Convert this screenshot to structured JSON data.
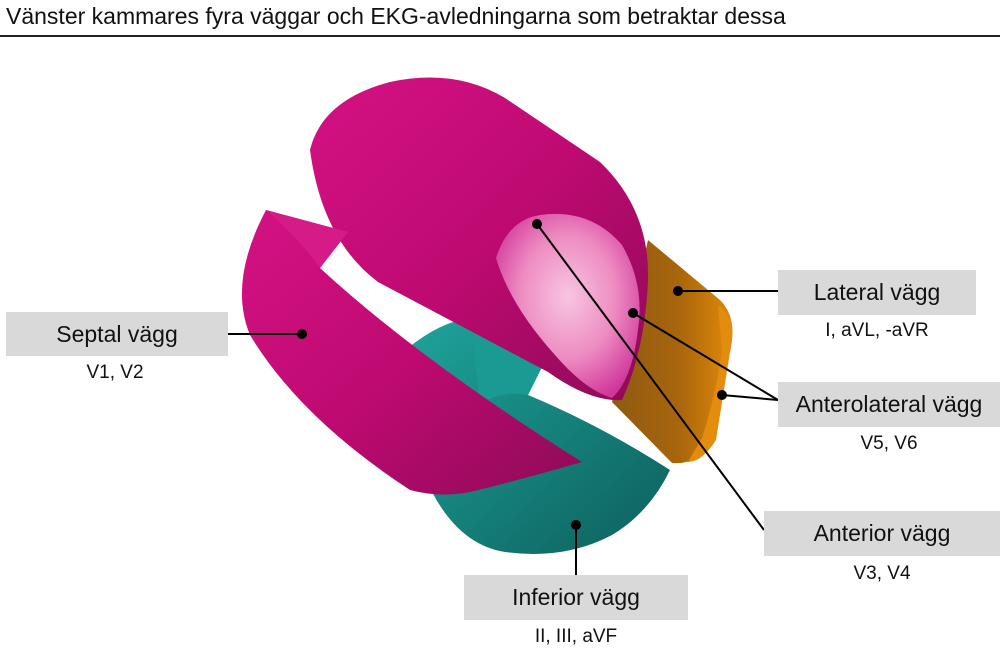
{
  "title": "Vänster kammares fyra väggar och EKG-avledningarna som betraktar dessa",
  "colors": {
    "magenta": "#c0086f",
    "magenta_dark": "#9a0c5e",
    "teal": "#14837e",
    "teal_dark": "#0e6661",
    "orange": "#d9840b",
    "orange_dark": "#a3620a",
    "label_box": "#d9d9d9"
  },
  "walls": {
    "lateral": {
      "label": "Lateral vägg",
      "leads": "I, aVL, -aVR"
    },
    "anterolateral": {
      "label": "Anterolateral vägg",
      "leads": "V5, V6"
    },
    "septal": {
      "label": "Septal vägg",
      "leads": "V1, V2"
    },
    "anterior": {
      "label": "Anterior vägg",
      "leads": "V3, V4"
    },
    "inferior": {
      "label": "Inferior vägg",
      "leads": "II, III, aVF"
    }
  }
}
